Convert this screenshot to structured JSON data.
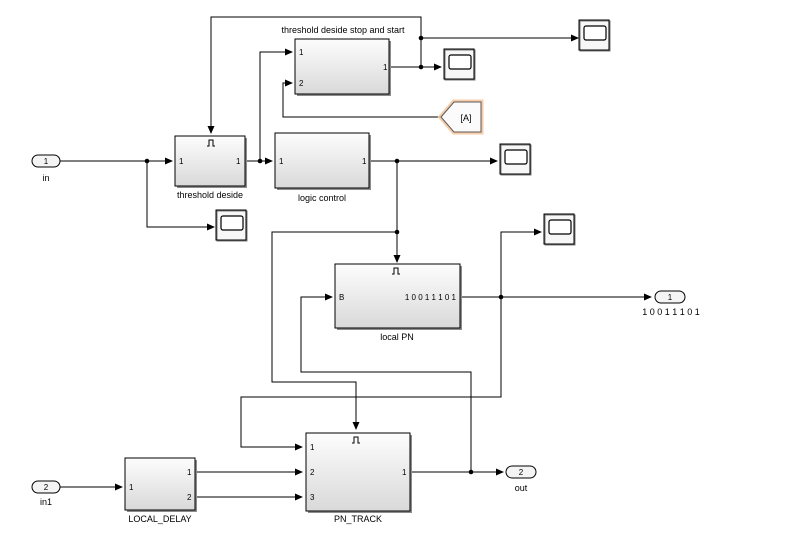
{
  "blocks": {
    "threshold_deside": {
      "name": "threshold deside",
      "in_port": "1",
      "out_port": "1"
    },
    "threshold_stop_start": {
      "name": "threshold deside stop and start",
      "in_port1": "1",
      "in_port2": "2",
      "out_port": "1"
    },
    "logic_control": {
      "name": "logic control",
      "in_port": "1",
      "out_port": "1"
    },
    "local_pn": {
      "name": "local PN",
      "in_port": "B",
      "out_display": "1 0 0 1 1 1 0 1"
    },
    "pn_track": {
      "name": "PN_TRACK",
      "in_port1": "1",
      "in_port2": "2",
      "in_port3": "3",
      "out_port": "1"
    },
    "local_delay": {
      "name": "LOCAL_DELAY",
      "in_port": "1",
      "out_port1": "1",
      "out_port2": "2"
    }
  },
  "inports": [
    {
      "number": "1",
      "name": "in"
    },
    {
      "number": "2",
      "name": "in1"
    }
  ],
  "outports": [
    {
      "number": "1",
      "name": "1 0 0 1 1 1 0 1"
    },
    {
      "number": "2",
      "name": "out"
    }
  ],
  "goto_tag": "[A]",
  "icons": {
    "trigger": "trigger-rising-edge-icon",
    "scope": "scope-icon"
  }
}
